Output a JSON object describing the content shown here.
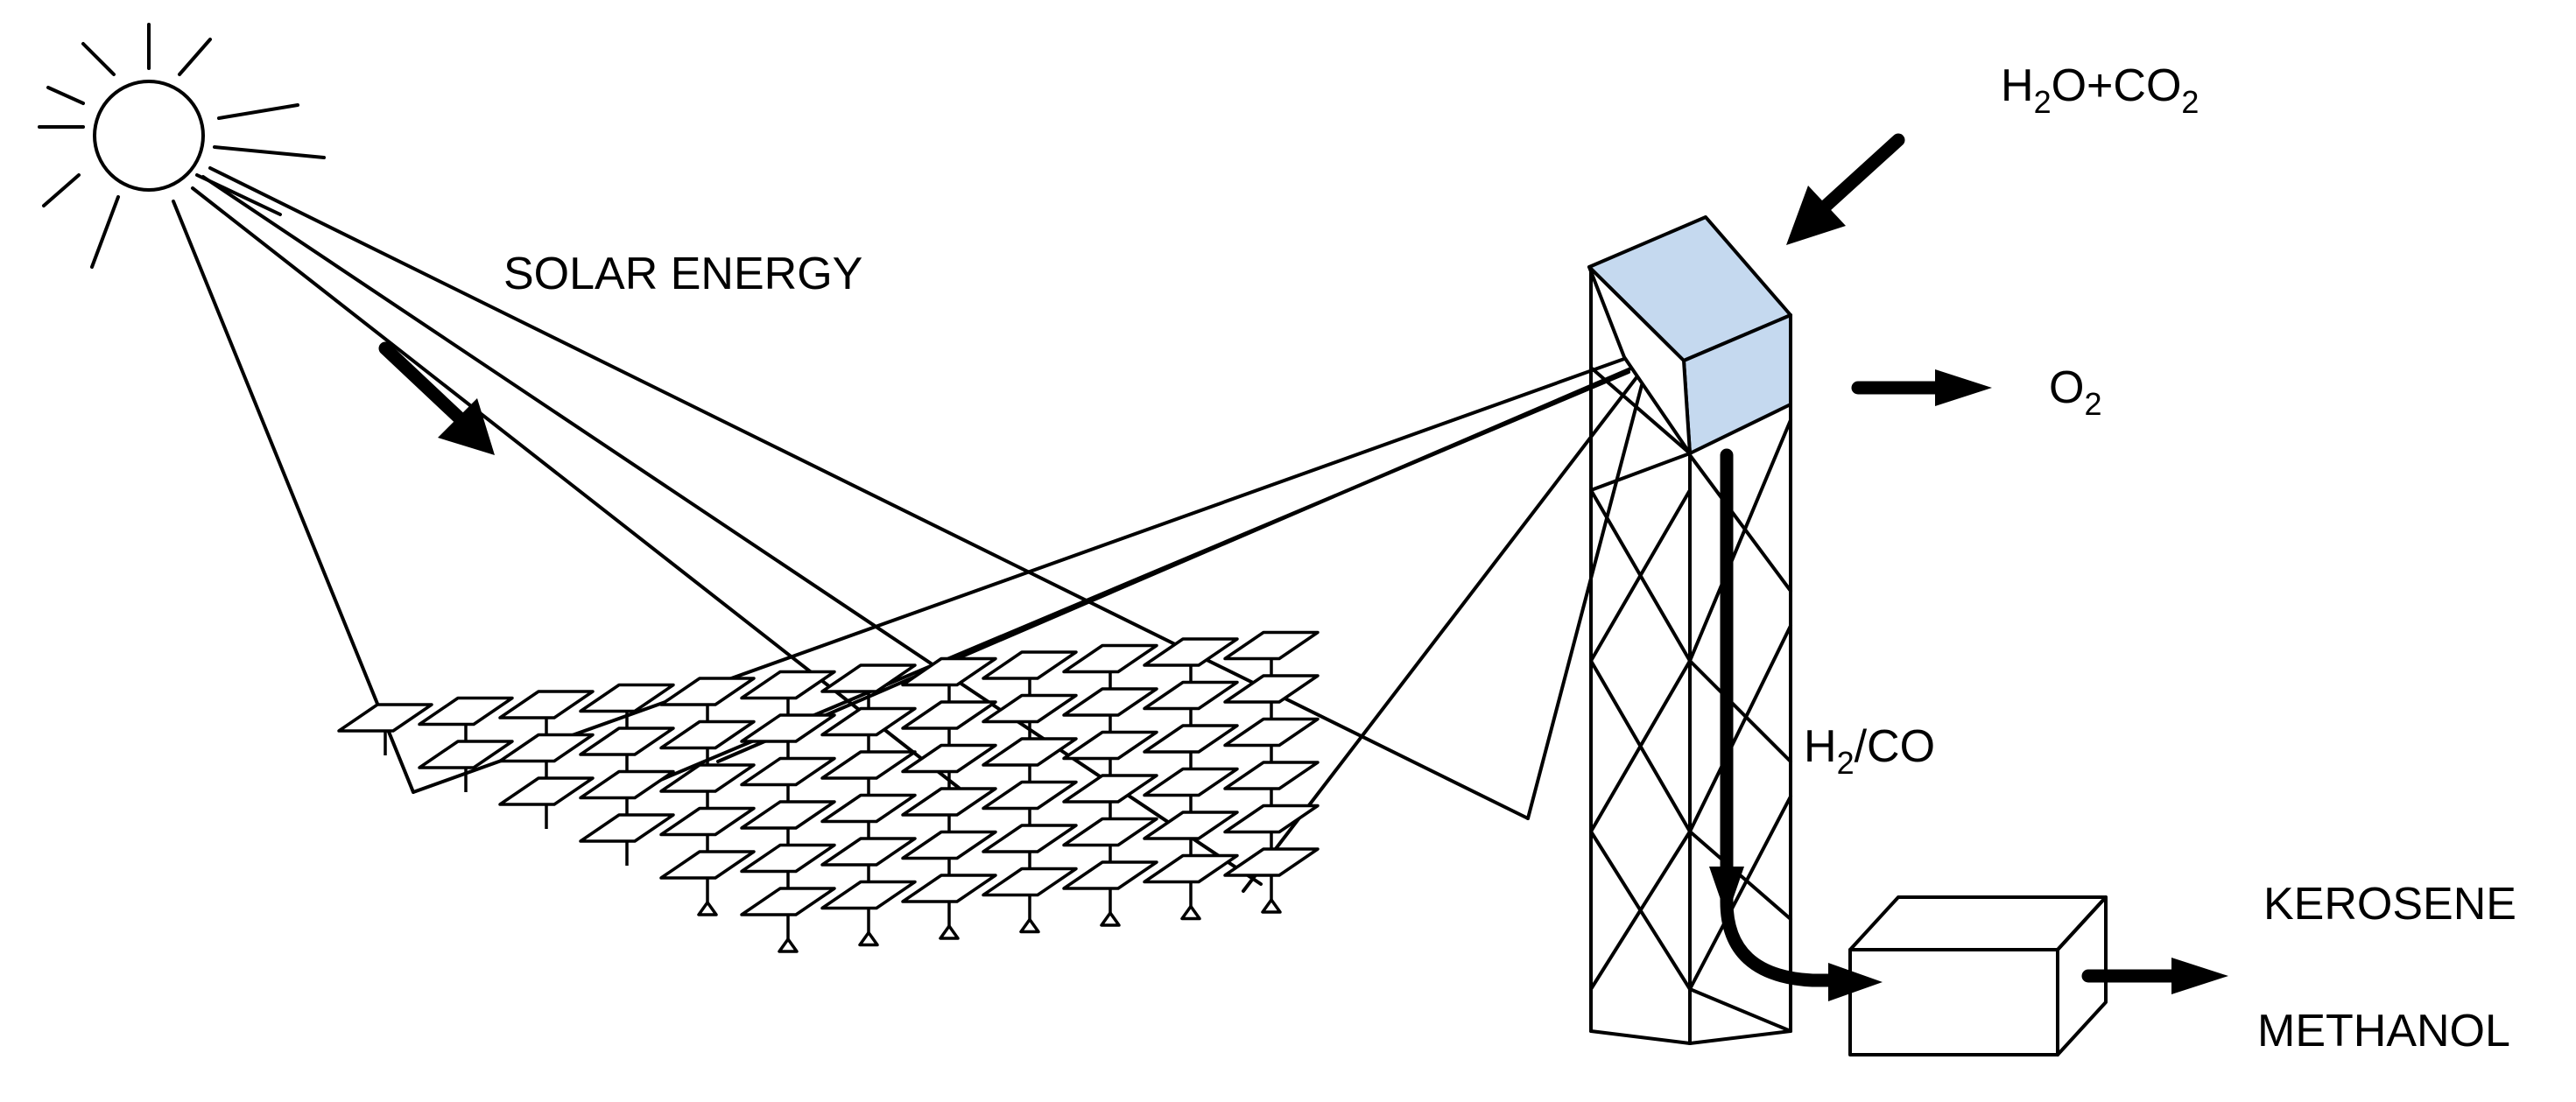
{
  "labels": {
    "solar_energy": "SOLAR ENERGY",
    "h2o_co2": {
      "a": "H",
      "a_sub": "2",
      "b": "O+CO",
      "b_sub": "2"
    },
    "o2": {
      "a": "O",
      "a_sub": "2"
    },
    "h2_co": {
      "a": "H",
      "a_sub": "2",
      "b": "/CO"
    },
    "kerosene": "KEROSENE",
    "methanol": "METHANOL"
  },
  "colors": {
    "line": "#000000",
    "reactor_fill": "#c5d9ef",
    "background": "#ffffff"
  }
}
